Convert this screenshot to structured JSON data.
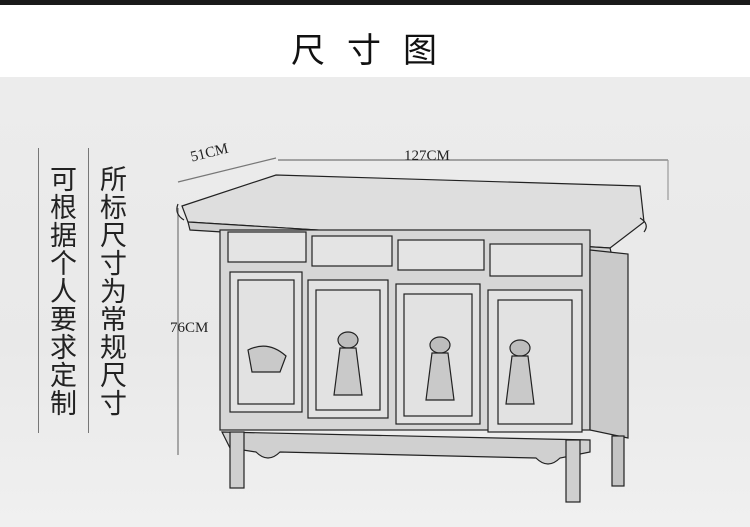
{
  "header": {
    "title": "尺寸图"
  },
  "notes": {
    "line1": "可根据个人要求定制",
    "line2": "所标尺寸为常规尺寸"
  },
  "dimensions": {
    "depth": "51CM",
    "width": "127CM",
    "height": "76CM"
  },
  "colors": {
    "background": "#ececec",
    "line": "#222222",
    "top_rule": "#1a1a1a"
  },
  "illustration": "furniture-sketch"
}
